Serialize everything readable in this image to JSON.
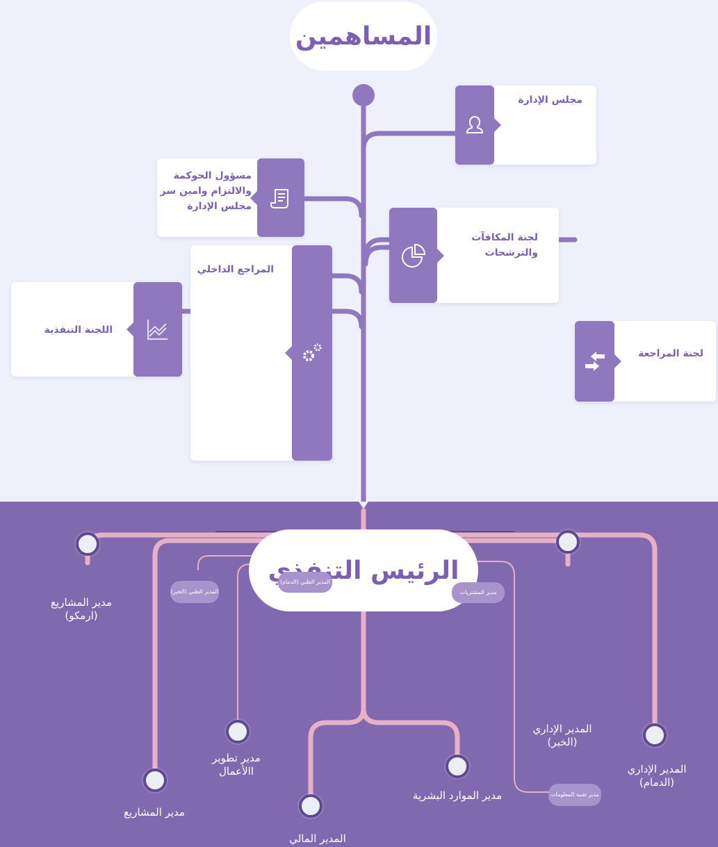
{
  "shareholders": "المساهمين",
  "ceo": "الرئيس التنفذي",
  "committees": {
    "board": "مجلس الإدارة",
    "governance": "مسؤول الحوكمة والالتزام وامين سر مجلس الإدارة",
    "remuneration": "لجنة المكافآت والترشحات",
    "executive": "اللجنة التنفذية",
    "audit": "لجنة المراجعة",
    "internal_auditor": "المراجع الداخلي"
  },
  "icons": {
    "board": "user-icon",
    "governance": "scroll-icon",
    "remuneration": "pie-chart-icon",
    "executive": "line-chart-icon",
    "audit": "exchange-arrows-icon",
    "internal_auditor": "gears-icon"
  },
  "managers": {
    "projects_armco": "مدير المشاريع (ارمكو)",
    "projects": "مدير المشاريع",
    "business_dev": "مدير تطوير االأعمال",
    "finance": "المدير المالي",
    "hr": "مدير الموارد البشرية",
    "admin_khobar": "المدير الإداري (الخبر)",
    "admin_dammam": "المدير الإداري (الدمام)"
  },
  "chips": {
    "medical_khobar": "المدير الطبي (الخبر)",
    "medical_dammam": "المدير الطبي (الدمام)",
    "procurement": "مدير المشتريات",
    "it": "مدير تقنية المعلومات"
  },
  "colors": {
    "purple": "#8f78bd",
    "dark_purple": "#7b5fb1",
    "bottom_bg": "#8069ae",
    "pink_line": "#e7b0c4",
    "light_bg": "#eef0fb"
  }
}
